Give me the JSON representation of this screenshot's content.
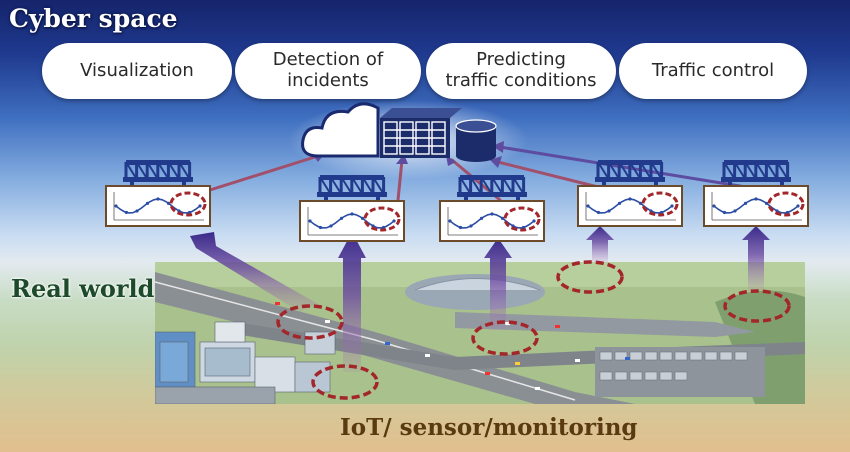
{
  "headings": {
    "cyber_space": "Cyber space",
    "real_world": "Real world",
    "iot": "IoT/ sensor/monitoring"
  },
  "functions": [
    {
      "id": "visualization",
      "label": "Visualization"
    },
    {
      "id": "detection",
      "label": "Detection of\nincidents"
    },
    {
      "id": "predicting",
      "label": "Predicting\ntraffic conditions"
    },
    {
      "id": "traffic-control",
      "label": "Traffic control"
    }
  ],
  "icons": {
    "cloud": "cloud-icon",
    "server": "server-rack-icon",
    "database": "database-icon",
    "bridge": "bridge-truss-icon",
    "sensor_chart": "sensor-chart-icon",
    "monitoring_spot": "dashed-ellipse-highlight"
  },
  "colors": {
    "sky_top": "#15246b",
    "cloud_outline": "#1a2a6e",
    "server_fill": "#1c2c6b",
    "bridge_fill": "#223a8c",
    "highlight_dash": "#a3262a",
    "arrow_purple": "#5a3a96",
    "connector_red": "#b5474b"
  }
}
